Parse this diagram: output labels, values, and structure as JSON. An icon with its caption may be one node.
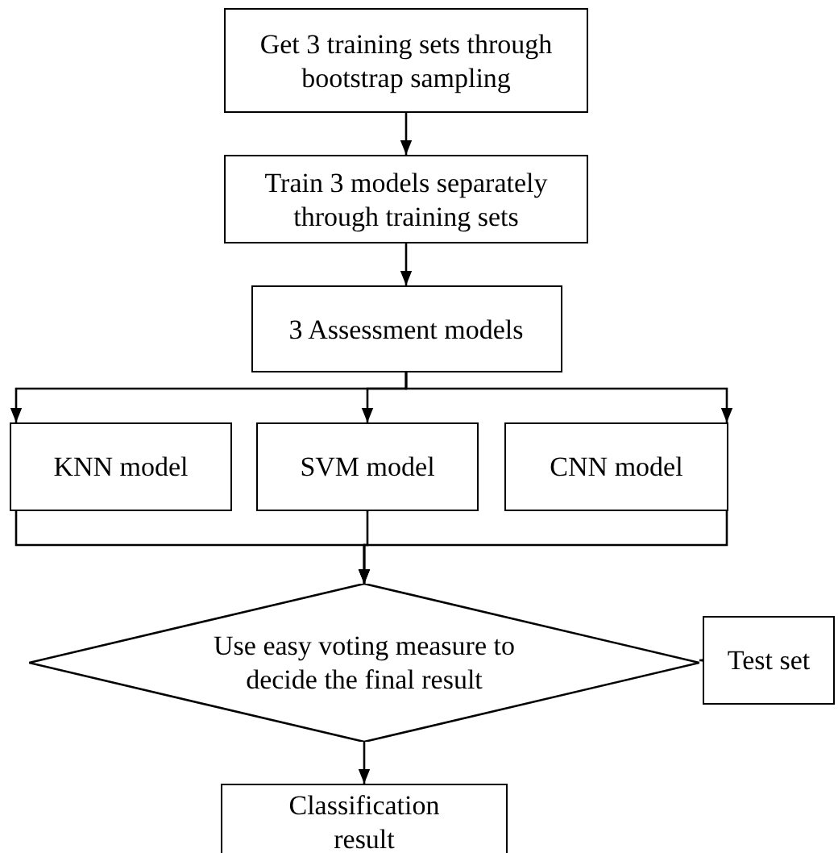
{
  "diagram": {
    "nodes": [
      {
        "text": [
          "Get 3 training sets through bootstrap sampling"
        ]
      },
      {
        "text": [
          "Train 3 models separately through training sets"
        ]
      },
      {
        "text": [
          "3 Assessment models"
        ]
      },
      {
        "text": [
          "KNN model"
        ]
      },
      {
        "text": [
          "SVM model"
        ]
      },
      {
        "text": [
          "CNN model"
        ]
      },
      {
        "text": [
          "Use easy voting measure to decide the final result"
        ]
      },
      {
        "text": [
          "Test set"
        ]
      },
      {
        "text": [
          "Classification result"
        ]
      }
    ],
    "edges": [
      {
        "from": 0,
        "to": 1,
        "arrow": "to"
      },
      {
        "from": 1,
        "to": 2,
        "arrow": "to"
      },
      {
        "from": 2,
        "to": 3,
        "arrow": "to"
      },
      {
        "from": 2,
        "to": 4,
        "arrow": "to"
      },
      {
        "from": 2,
        "to": 5,
        "arrow": "to"
      },
      {
        "from": 3,
        "to": 6,
        "arrow": "to"
      },
      {
        "from": 4,
        "to": 6,
        "arrow": "to"
      },
      {
        "from": 5,
        "to": 6,
        "arrow": "to"
      },
      {
        "from": 7,
        "to": 6,
        "arrow": "to"
      },
      {
        "from": 6,
        "to": 8,
        "arrow": "to"
      }
    ]
  }
}
